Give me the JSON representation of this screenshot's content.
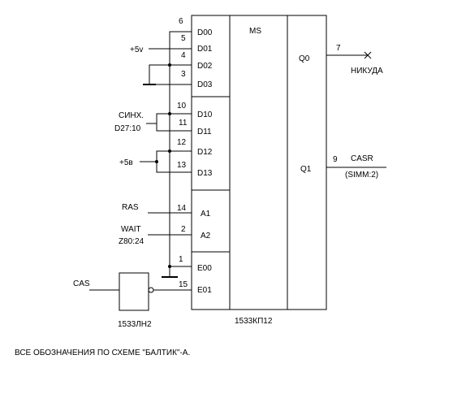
{
  "chip": {
    "main_label": "MS",
    "part_number": "1533КП12",
    "inputs": [
      "D00",
      "D01",
      "D02",
      "D03",
      "D10",
      "D11",
      "D12",
      "D13",
      "A1",
      "A2",
      "E00",
      "E01"
    ],
    "pins": [
      "6",
      "5",
      "4",
      "3",
      "10",
      "11",
      "12",
      "13",
      "14",
      "2",
      "1",
      "15"
    ],
    "outputs": [
      {
        "label": "Q0",
        "pin": "7"
      },
      {
        "label": "Q1",
        "pin": "9"
      }
    ]
  },
  "signals": {
    "plus5v": "+5v",
    "sync_1": "СИНХ.",
    "sync_2": "D27:10",
    "plus5b": "+5в",
    "ras": "RAS",
    "wait_1": "WAIT",
    "wait_2": "Z80:24",
    "cas": "CAS",
    "nowhere": "НИКУДА",
    "casr_1": "CASR",
    "casr_2": "(SIMM:2)"
  },
  "gate": {
    "part_number": "1533ЛН2"
  },
  "footnote": "ВСЕ ОБОЗНАЧЕНИЯ ПО СХЕМЕ \"БАЛТИК\"-А."
}
